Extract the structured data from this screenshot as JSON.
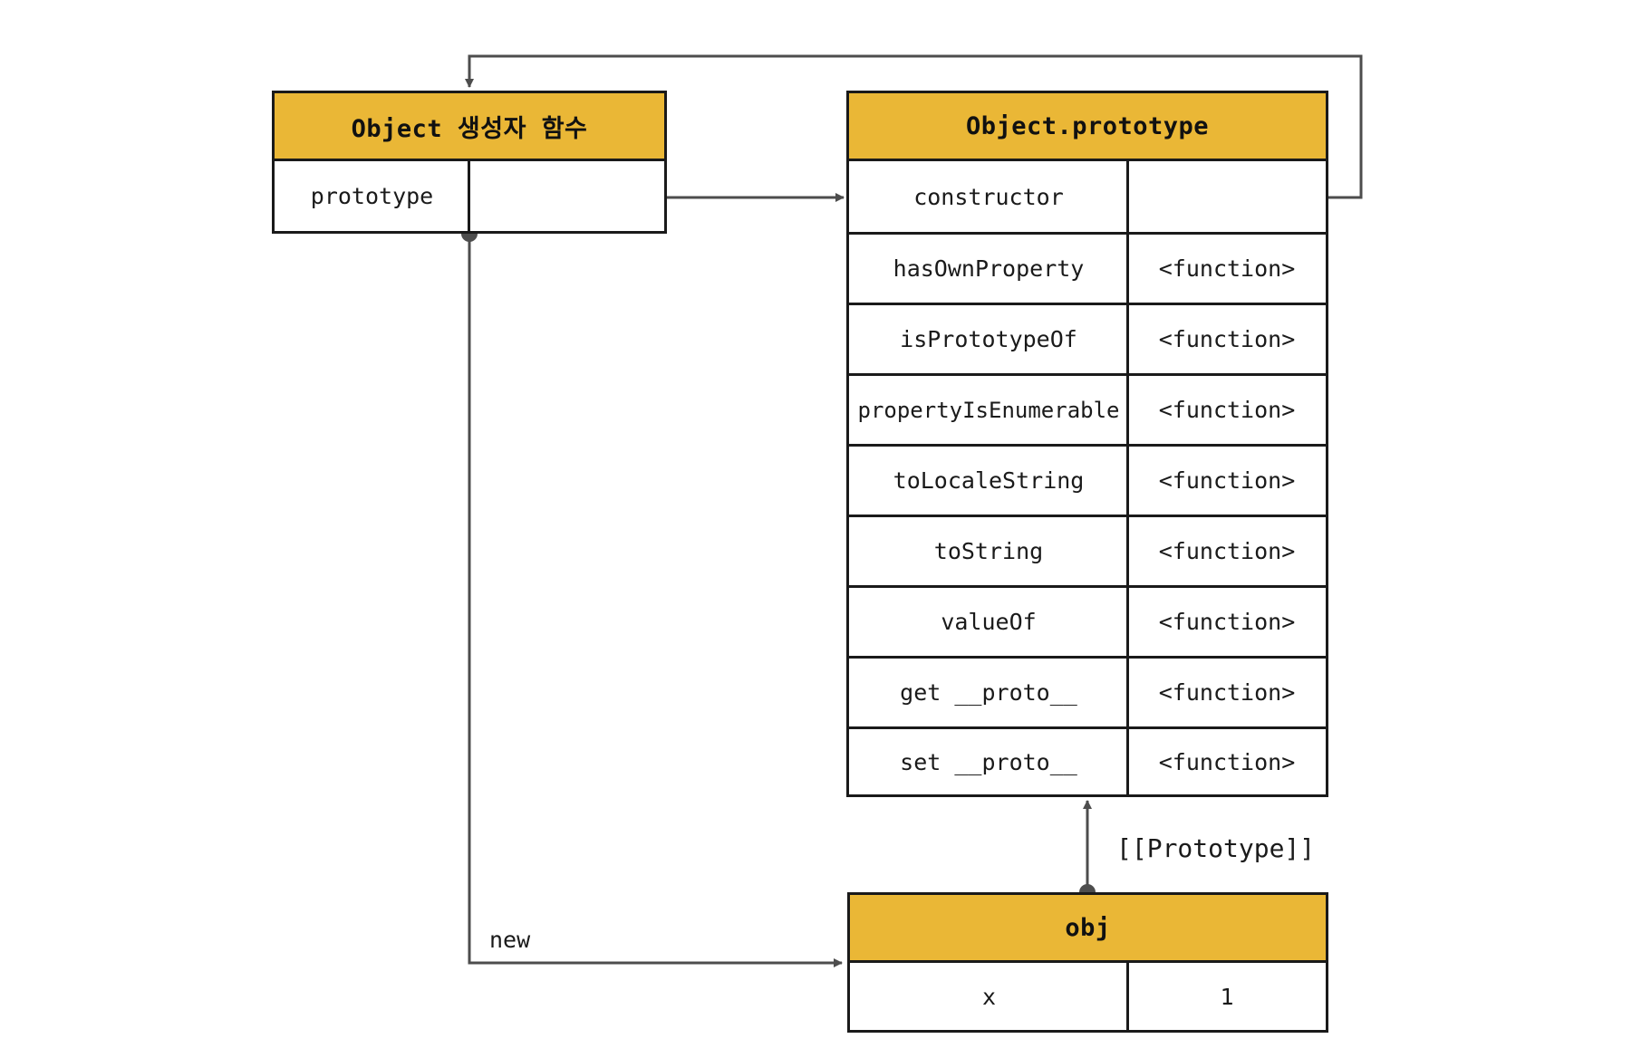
{
  "diagram": {
    "title_hidden": "",
    "accent_color": "#eab736",
    "line_color": "#4d4d4d",
    "border_color": "#1a1a1a",
    "background": "#ffffff"
  },
  "constructor_box": {
    "header": "Object 생성자 함수",
    "rows": [
      {
        "key": "prototype",
        "value": ""
      }
    ]
  },
  "prototype_table": {
    "header": "Object.prototype",
    "rows": [
      {
        "key": "constructor",
        "value": ""
      },
      {
        "key": "hasOwnProperty",
        "value": "<function>"
      },
      {
        "key": "isPrototypeOf",
        "value": "<function>"
      },
      {
        "key": "propertyIsEnumerable",
        "value": "<function>"
      },
      {
        "key": "toLocaleString",
        "value": "<function>"
      },
      {
        "key": "toString",
        "value": "<function>"
      },
      {
        "key": "valueOf",
        "value": "<function>"
      },
      {
        "key": "get __proto__",
        "value": "<function>"
      },
      {
        "key": "set __proto__",
        "value": "<function>"
      }
    ]
  },
  "obj_box": {
    "header": "obj",
    "rows": [
      {
        "key": "x",
        "value": "1"
      }
    ]
  },
  "edges": {
    "new_label": "new",
    "prototype_link_label": "[[Prototype]]"
  }
}
